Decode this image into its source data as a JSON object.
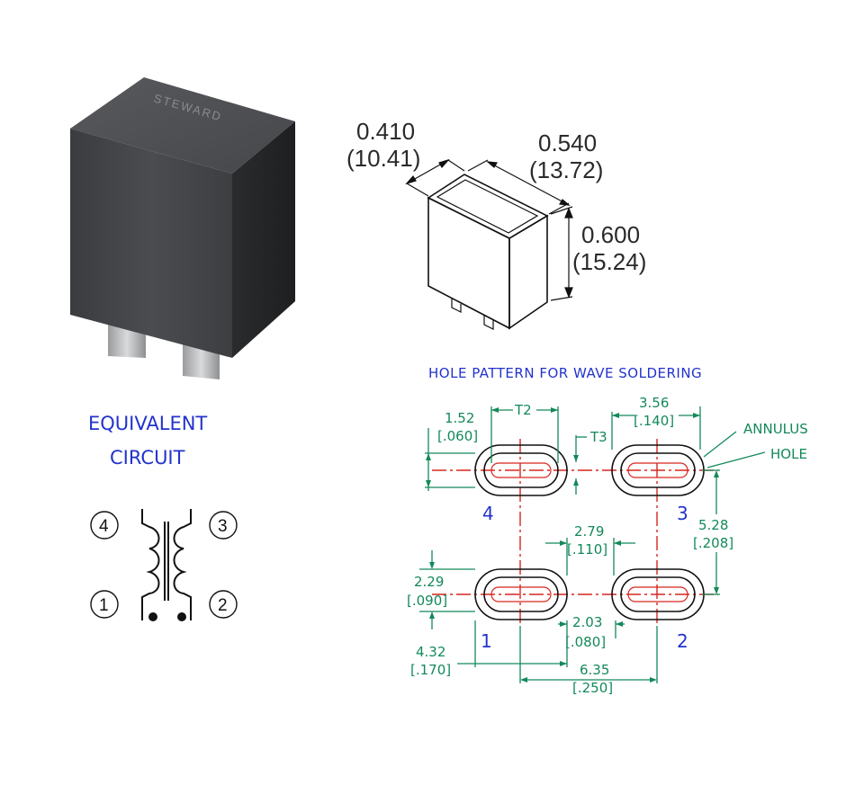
{
  "photo": {
    "brand_text": "STEWARD"
  },
  "outline": {
    "depth_in": "0.410",
    "depth_mm": "(10.41)",
    "width_in": "0.540",
    "width_mm": "(13.72)",
    "height_in": "0.600",
    "height_mm": "(15.24)"
  },
  "hole_pattern": {
    "title": "HOLE PATTERN FOR WAVE SOLDERING",
    "annulus_label": "ANNULUS",
    "hole_label": "HOLE",
    "t2": "T2",
    "t3": "T3",
    "dims": {
      "d152_mm": "1.52",
      "d152_in": "[.060]",
      "d356_mm": "3.56",
      "d356_in": "[.140]",
      "d528_mm": "5.28",
      "d528_in": "[.208]",
      "d279_mm": "2.79",
      "d279_in": "[.110]",
      "d229_mm": "2.29",
      "d229_in": "[.090]",
      "d203_mm": "2.03",
      "d203_in": "[.080]",
      "d432_mm": "4.32",
      "d432_in": "[.170]",
      "d635_mm": "6.35",
      "d635_in": "[.250]"
    },
    "pads": [
      "4",
      "3",
      "1",
      "2"
    ]
  },
  "circuit": {
    "title_line1": "EQUIVALENT",
    "title_line2": "CIRCUIT",
    "pins": [
      "4",
      "3",
      "1",
      "2"
    ]
  },
  "colors": {
    "label_blue": "#2233cc",
    "dim_green": "#13895a",
    "centerline_red": "#d7261e"
  }
}
